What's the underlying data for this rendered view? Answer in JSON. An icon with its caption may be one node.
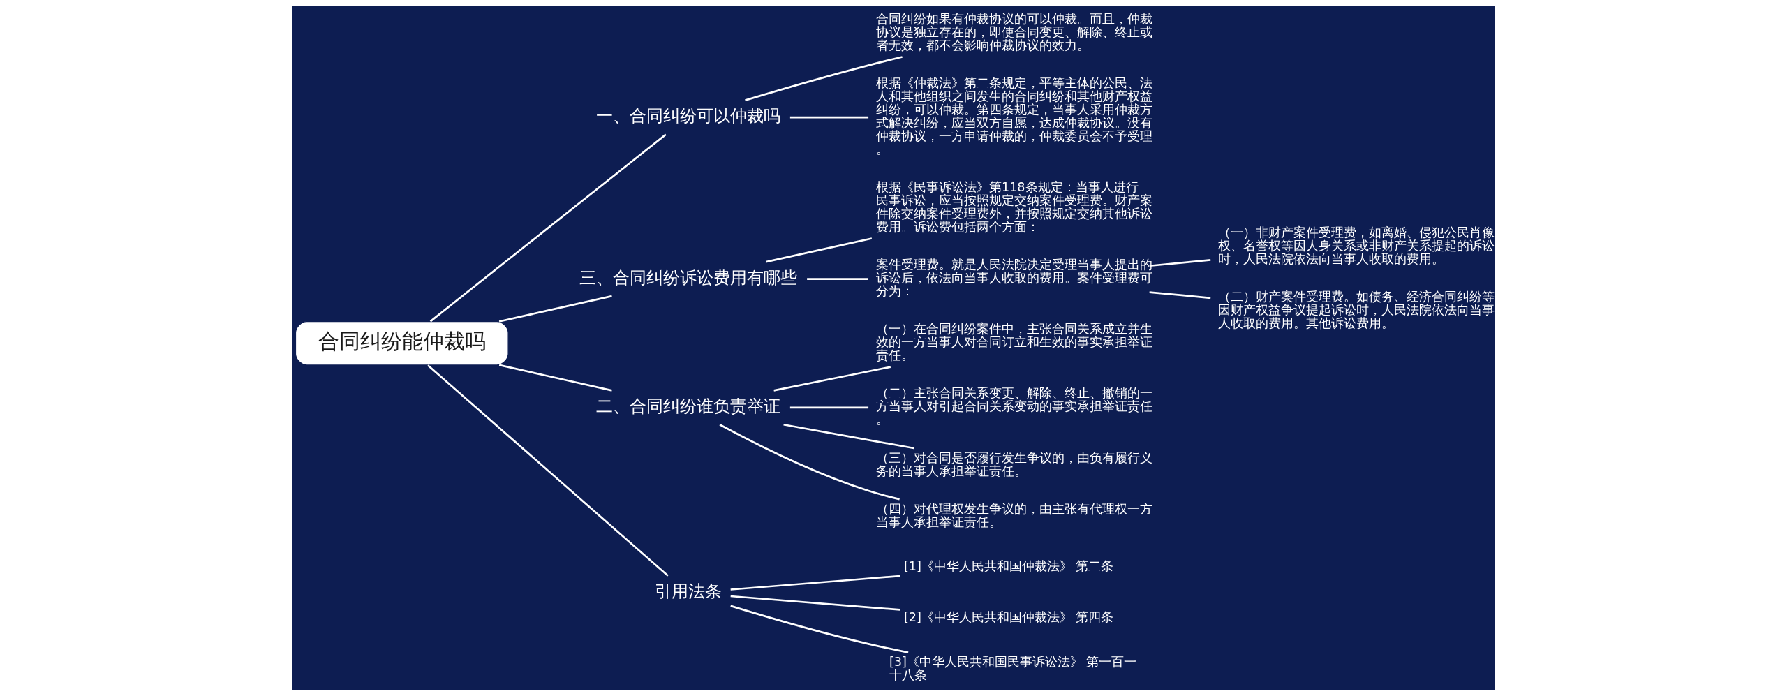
{
  "diagram": {
    "nodes": [
      {
        "text": [
          "合同纠纷能仲裁吗"
        ]
      },
      {
        "text": [
          "一、合同纠纷可以仲裁吗"
        ]
      },
      {
        "text": [
          "合同纠纷如果有仲裁协议的可以仲裁。而且，仲裁协议是独立存在的，即使合同变更、解除、终止或者无效，都不会影响仲裁协议的效力。"
        ]
      },
      {
        "text": [
          "根据《仲裁法》第二条规定，平等主体的公民、法人和其他组织之间发生的合同纠纷和其他财产权益纠纷，可以仲裁。第四条规定，当事人采用仲裁方式解决纠纷，应当双方自愿，达成仲裁协议。没有仲裁协议，一方申请仲裁的，仲裁委员会不予受理。"
        ]
      },
      {
        "text": [
          "三、合同纠纷诉讼费用有哪些"
        ]
      },
      {
        "text": [
          "根据《民事诉讼法》第118条规定：当事人进行民事诉讼，应当按照规定交纳案件受理费。财产案件除交纳案件受理费外，并按照规定交纳其他诉讼费用。诉讼费包括两个方面："
        ]
      },
      {
        "text": [
          "案件受理费。就是人民法院决定受理当事人提出的诉讼后，依法向当事人收取的费用。案件受理费可分为："
        ]
      },
      {
        "text": [
          "（一）非财产案件受理费，如离婚、侵犯公民肖像权、名誉权等因人身关系或非财产关系提起的诉讼时，人民法院依法向当事人收取的费用。"
        ]
      },
      {
        "text": [
          "（二）财产案件受理费。如债务、经济合同纠纷等因财产权益争议提起诉讼时，人民法院依法向当事人收取的费用。其他诉讼费用。"
        ]
      },
      {
        "text": [
          "二、合同纠纷谁负责举证"
        ]
      },
      {
        "text": [
          "（一）在合同纠纷案件中，主张合同关系成立并生效的一方当事人对合同订立和生效的事实承担举证责任。"
        ]
      },
      {
        "text": [
          "（二）主张合同关系变更、解除、终止、撤销的一方当事人对引起合同关系变动的事实承担举证责任。"
        ]
      },
      {
        "text": [
          "（三）对合同是否履行发生争议的，由负有履行义务的当事人承担举证责任。"
        ]
      },
      {
        "text": [
          "（四）对代理权发生争议的，由主张有代理权一方当事人承担举证责任。"
        ]
      },
      {
        "text": [
          "引用法条"
        ]
      },
      {
        "text": [
          "[1]《中华人民共和国仲裁法》 第二条"
        ]
      },
      {
        "text": [
          "[2]《中华人民共和国仲裁法》 第四条"
        ]
      },
      {
        "text": [
          "[3]《中华人民共和国民事诉讼法》 第一百一十八条"
        ]
      }
    ],
    "edges": [
      {
        "from": 0,
        "to": 1,
        "arrow": "none"
      },
      {
        "from": 1,
        "to": 2,
        "arrow": "none"
      },
      {
        "from": 1,
        "to": 3,
        "arrow": "none"
      },
      {
        "from": 0,
        "to": 4,
        "arrow": "none"
      },
      {
        "from": 4,
        "to": 5,
        "arrow": "none"
      },
      {
        "from": 4,
        "to": 6,
        "arrow": "none"
      },
      {
        "from": 6,
        "to": 7,
        "arrow": "none"
      },
      {
        "from": 6,
        "to": 8,
        "arrow": "none"
      },
      {
        "from": 0,
        "to": 9,
        "arrow": "none"
      },
      {
        "from": 9,
        "to": 10,
        "arrow": "none"
      },
      {
        "from": 9,
        "to": 11,
        "arrow": "none"
      },
      {
        "from": 9,
        "to": 12,
        "arrow": "none"
      },
      {
        "from": 9,
        "to": 13,
        "arrow": "none"
      },
      {
        "from": 0,
        "to": 14,
        "arrow": "none"
      },
      {
        "from": 14,
        "to": 15,
        "arrow": "none"
      },
      {
        "from": 14,
        "to": 16,
        "arrow": "none"
      },
      {
        "from": 14,
        "to": 17,
        "arrow": "none"
      }
    ]
  }
}
